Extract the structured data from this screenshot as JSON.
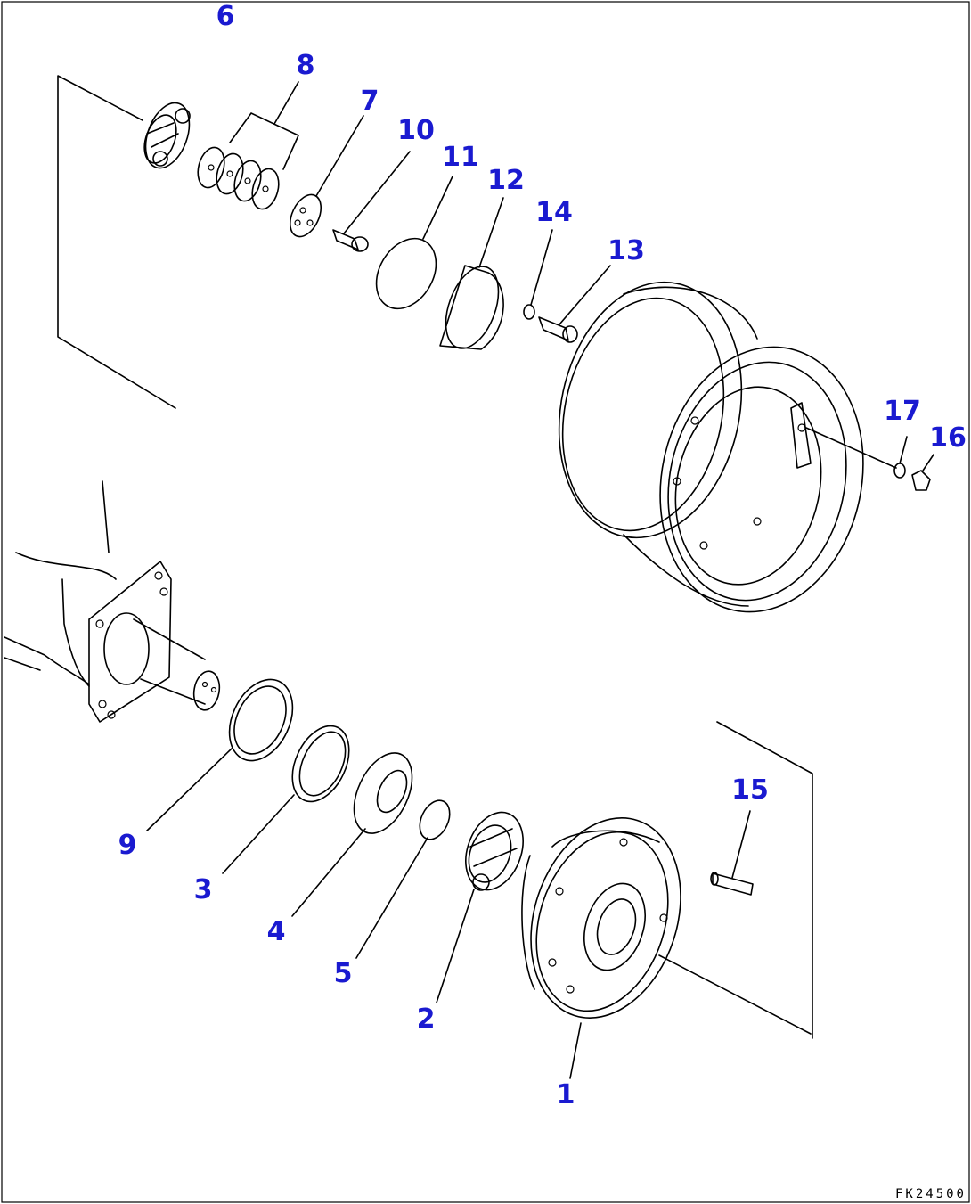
{
  "diagram": {
    "drawing_code": "FK24500",
    "callout_color": "#1a1ad0",
    "line_color": "#000000",
    "callouts": [
      "1",
      "2",
      "3",
      "4",
      "5",
      "6",
      "7",
      "8",
      "9",
      "10",
      "11",
      "12",
      "13",
      "14",
      "15",
      "16",
      "17"
    ]
  }
}
